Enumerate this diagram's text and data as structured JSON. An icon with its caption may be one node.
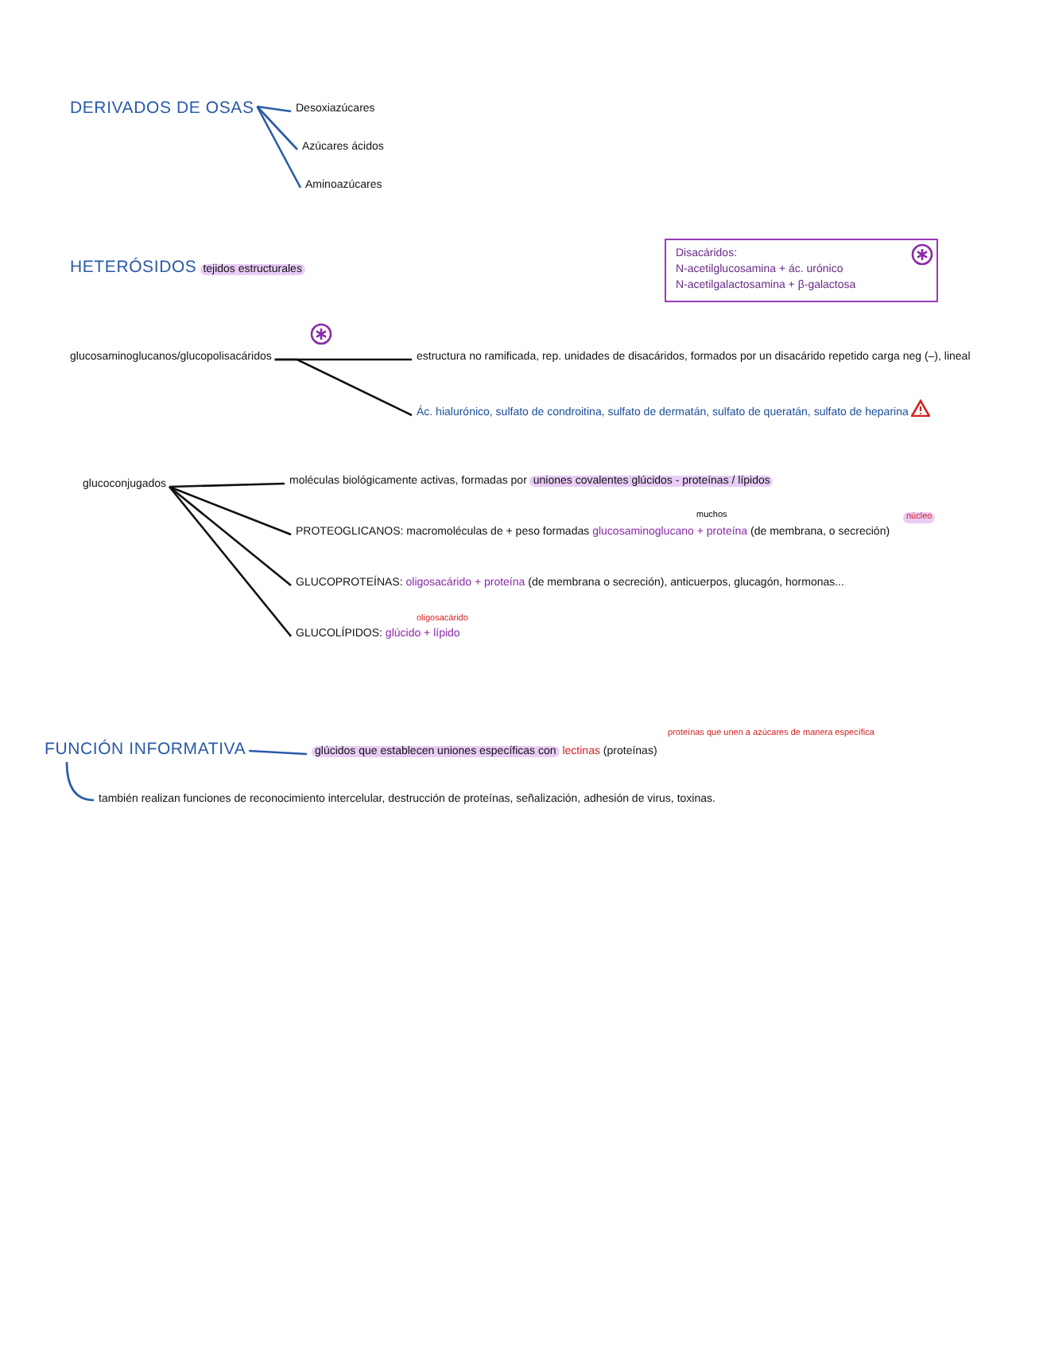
{
  "diagram": {
    "nodes": [
      {
        "text": [
          "DERIVADOS DE OSAS"
        ]
      },
      {
        "text": [
          "Desoxiazúcares"
        ]
      },
      {
        "text": [
          "Azúcares ácidos"
        ]
      },
      {
        "text": [
          "Aminoazúcares"
        ]
      },
      {
        "text": [
          "HETERÓSIDOS",
          "tejidos estructurales"
        ]
      },
      {
        "text": [
          "Disacáridos:",
          "N-acetilglucosamina + ác. urónico",
          "N-acetilgalactosamina + β-galactosa"
        ]
      },
      {
        "text": [
          "glucosaminoglucanos/glucopolisacáridos"
        ]
      },
      {
        "text": [
          "estructura no ramificada, rep. unidades de disacáridos, formados por un disacárido repetido carga neg (–), lineal"
        ]
      },
      {
        "text": [
          "Ác. hialurónico, sulfato de condroitina, sulfato de dermatán, sulfato de queratán, sulfato de heparina"
        ]
      },
      {
        "text": [
          "glucoconjugados"
        ]
      },
      {
        "text": [
          "moléculas biológicamente activas, formadas por",
          "uniones covalentes glúcidos - proteínas / lípidos"
        ]
      },
      {
        "text": [
          "PROTEOGLICANOS:",
          "macromoléculas de + peso formadas",
          "glucosaminoglucano + proteína",
          "(de membrana, o secreción)"
        ]
      },
      {
        "text": [
          "GLUCOPROTEÍNAS:",
          "oligosacárido + proteína",
          "(de membrana o secreción), anticuerpos, glucagón, hormonas..."
        ]
      },
      {
        "text": [
          "GLUCOLÍPIDOS:",
          "glúcido + lípido"
        ]
      },
      {
        "text": [
          "FUNCIÓN INFORMATIVA"
        ]
      },
      {
        "text": [
          "glúcidos que establecen uniones específicas con",
          "lectinas",
          "(proteínas)"
        ]
      },
      {
        "text": [
          "también realizan funciones de reconocimiento intercelular, destrucción de proteínas, señalización, adhesión de virus, toxinas."
        ]
      }
    ],
    "edges": [
      {
        "from": 0,
        "to": 1,
        "arrow": "none",
        "color": "#2a5aa8"
      },
      {
        "from": 0,
        "to": 2,
        "arrow": "none",
        "color": "#2a5aa8"
      },
      {
        "from": 0,
        "to": 3,
        "arrow": "none",
        "color": "#2a5aa8"
      },
      {
        "from": 6,
        "to": 7,
        "arrow": "none"
      },
      {
        "from": 6,
        "to": 8,
        "arrow": "none"
      },
      {
        "from": 9,
        "to": 10,
        "arrow": "none"
      },
      {
        "from": 9,
        "to": 11,
        "arrow": "none"
      },
      {
        "from": 9,
        "to": 12,
        "arrow": "none"
      },
      {
        "from": 9,
        "to": 13,
        "arrow": "none"
      },
      {
        "from": 14,
        "to": 15,
        "arrow": "none",
        "color": "#2a5aa8"
      },
      {
        "from": 14,
        "to": 16,
        "arrow": "none",
        "color": "#2a5aa8"
      }
    ],
    "labels": [
      "muchos",
      "núcleo",
      "oligosacárido",
      "proteínas que unen a azúcares de manera específica"
    ]
  }
}
